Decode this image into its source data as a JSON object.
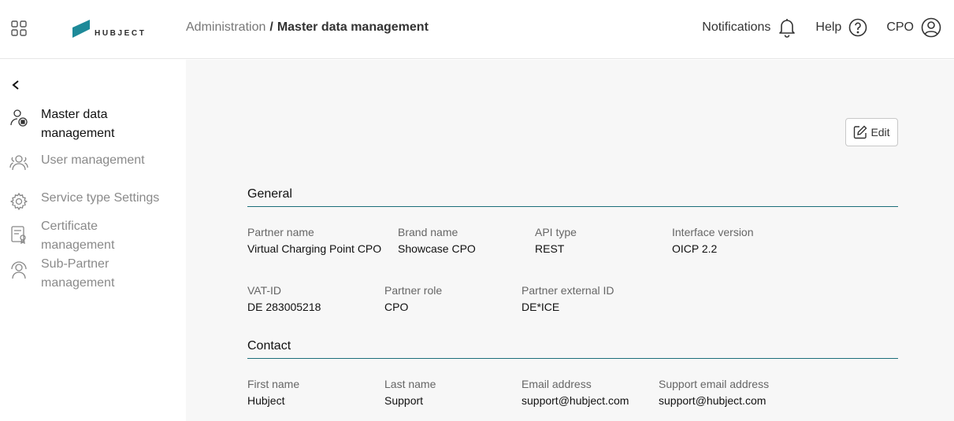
{
  "header": {
    "logo_text": "HUBJECT",
    "breadcrumb_parent": "Administration",
    "breadcrumb_separator": "/",
    "breadcrumb_current": "Master data management",
    "notifications_label": "Notifications",
    "help_label": "Help",
    "user_label": "CPO",
    "brand_color": "#1e8a99"
  },
  "sidebar": {
    "items": [
      {
        "label": "Master data management",
        "icon": "person-badge-icon",
        "active": true
      },
      {
        "label": "User management",
        "icon": "users-icon",
        "active": false
      },
      {
        "label": "Service type Settings",
        "icon": "gear-icon",
        "active": false
      },
      {
        "label": "Certificate management",
        "icon": "certificate-icon",
        "active": false
      },
      {
        "label": "Sub-Partner management",
        "icon": "sub-partner-icon",
        "active": false
      }
    ]
  },
  "main": {
    "edit_label": "Edit",
    "general": {
      "title": "General",
      "row1": [
        {
          "label": "Partner name",
          "value": "Virtual Charging Point CPO"
        },
        {
          "label": "Brand name",
          "value": "Showcase CPO"
        },
        {
          "label": "API type",
          "value": "REST"
        },
        {
          "label": "Interface version",
          "value": "OICP 2.2"
        }
      ],
      "row2": [
        {
          "label": "VAT-ID",
          "value": "DE 283005218"
        },
        {
          "label": "Partner role",
          "value": "CPO"
        },
        {
          "label": "Partner external ID",
          "value": "DE*ICE"
        }
      ]
    },
    "contact": {
      "title": "Contact",
      "row1": [
        {
          "label": "First name",
          "value": "Hubject"
        },
        {
          "label": "Last name",
          "value": "Support"
        },
        {
          "label": "Email address",
          "value": "support@hubject.com"
        },
        {
          "label": "Support email address",
          "value": "support@hubject.com"
        }
      ]
    }
  }
}
